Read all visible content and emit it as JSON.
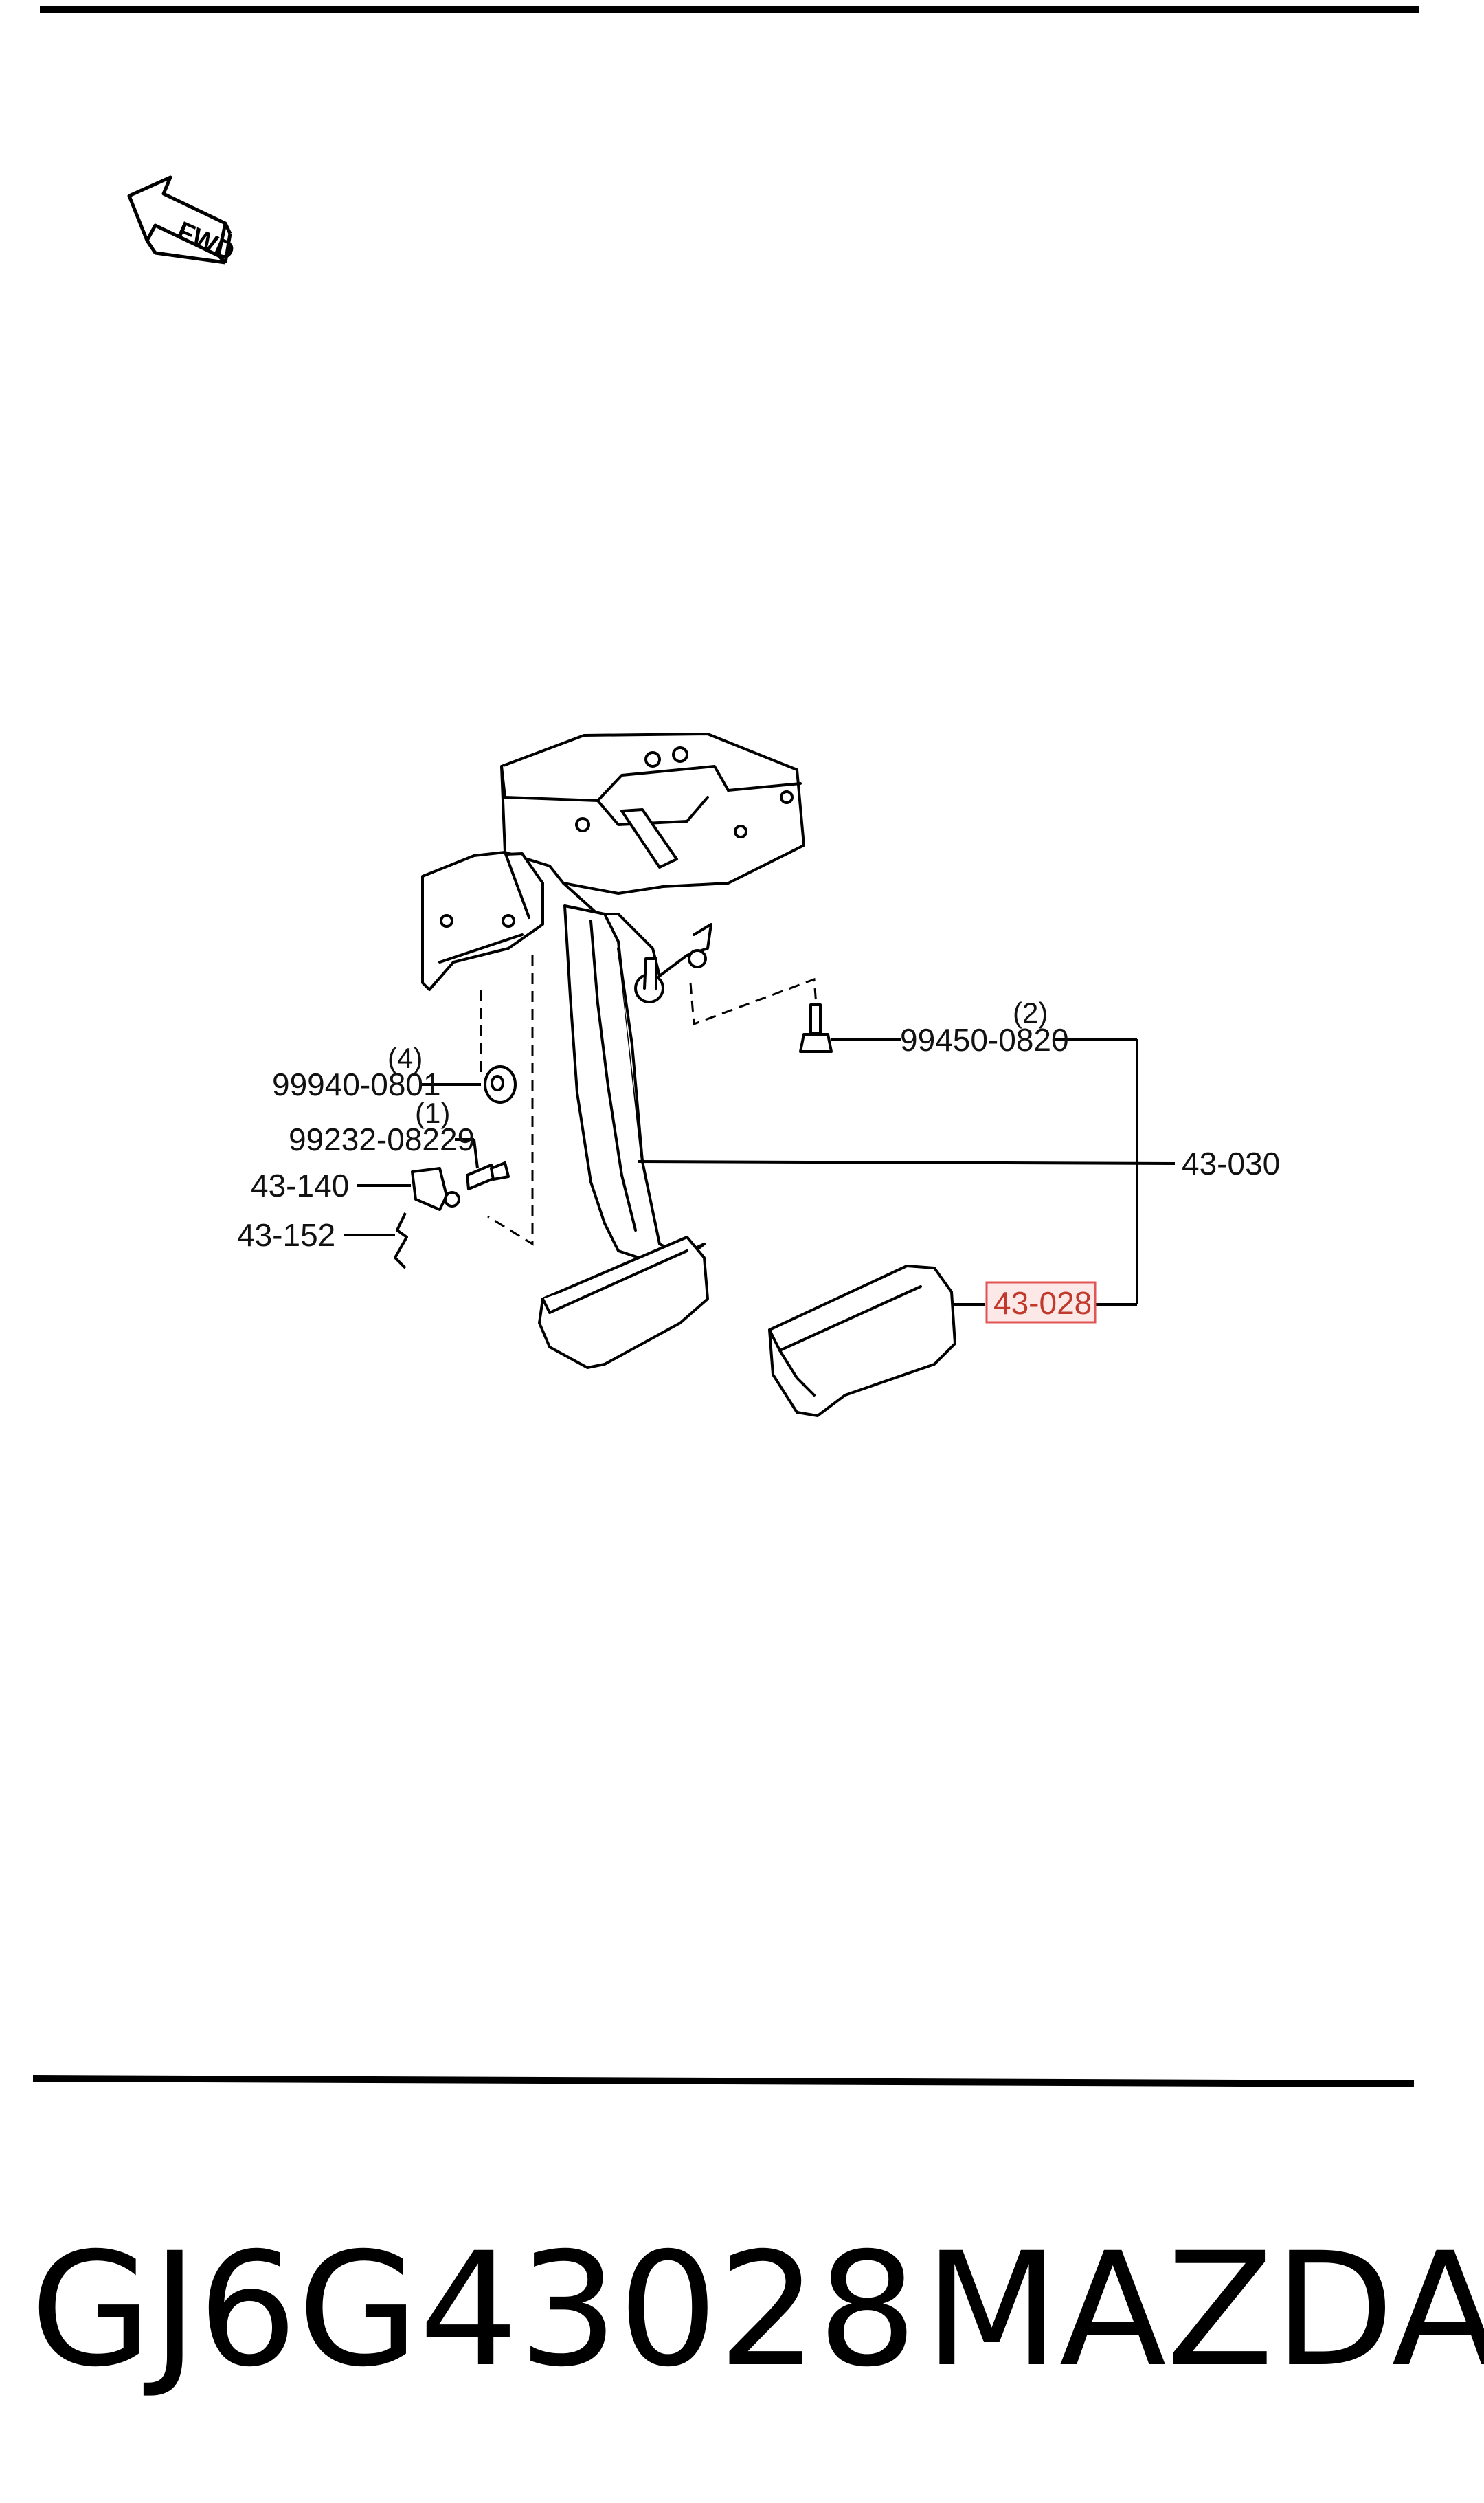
{
  "fwd_marker": {
    "label": "FWD"
  },
  "callouts": {
    "nut": {
      "part": "99940-0801",
      "qty": "(4)"
    },
    "bolt": {
      "part": "99232-08229",
      "qty": "(1)"
    },
    "stud": {
      "part": "99450-0820",
      "qty": "(2)"
    },
    "switch": {
      "part": "43-140"
    },
    "clip": {
      "part": "43-152"
    },
    "pedal": {
      "part": "43-030"
    },
    "pad": {
      "part": "43-028"
    }
  },
  "highlight_color": "#e05555",
  "footer": {
    "part_number": "GJ6G43028",
    "brand": "MAZDA"
  }
}
